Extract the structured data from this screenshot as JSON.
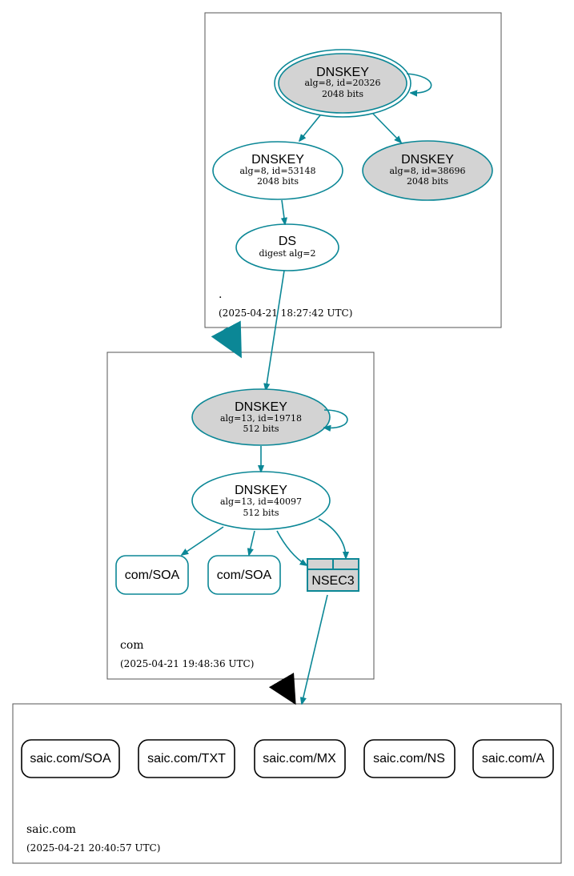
{
  "colors": {
    "edge": "#0b8796",
    "node_fill_gray": "#d3d3d3",
    "node_fill_white": "#ffffff",
    "delegation_black": "#000000"
  },
  "zones": {
    "root": {
      "name": ".",
      "timestamp": "(2025-04-21 18:27:42 UTC)"
    },
    "com": {
      "name": "com",
      "timestamp": "(2025-04-21 19:48:36 UTC)"
    },
    "saic": {
      "name": "saic.com",
      "timestamp": "(2025-04-21 20:40:57 UTC)"
    }
  },
  "nodes": {
    "root_ksk": {
      "title": "DNSKEY",
      "line1": "alg=8, id=20326",
      "line2": "2048 bits"
    },
    "root_zsk": {
      "title": "DNSKEY",
      "line1": "alg=8, id=53148",
      "line2": "2048 bits"
    },
    "root_key3": {
      "title": "DNSKEY",
      "line1": "alg=8, id=38696",
      "line2": "2048 bits"
    },
    "com_ds": {
      "title": "DS",
      "line1": "digest alg=2"
    },
    "com_ksk": {
      "title": "DNSKEY",
      "line1": "alg=13, id=19718",
      "line2": "512 bits"
    },
    "com_zsk": {
      "title": "DNSKEY",
      "line1": "alg=13, id=40097",
      "line2": "512 bits"
    },
    "com_soa1": {
      "label": "com/SOA"
    },
    "com_soa2": {
      "label": "com/SOA"
    },
    "com_nsec3": {
      "label": "NSEC3"
    }
  },
  "saic_records": [
    "saic.com/SOA",
    "saic.com/TXT",
    "saic.com/MX",
    "saic.com/NS",
    "saic.com/A"
  ]
}
